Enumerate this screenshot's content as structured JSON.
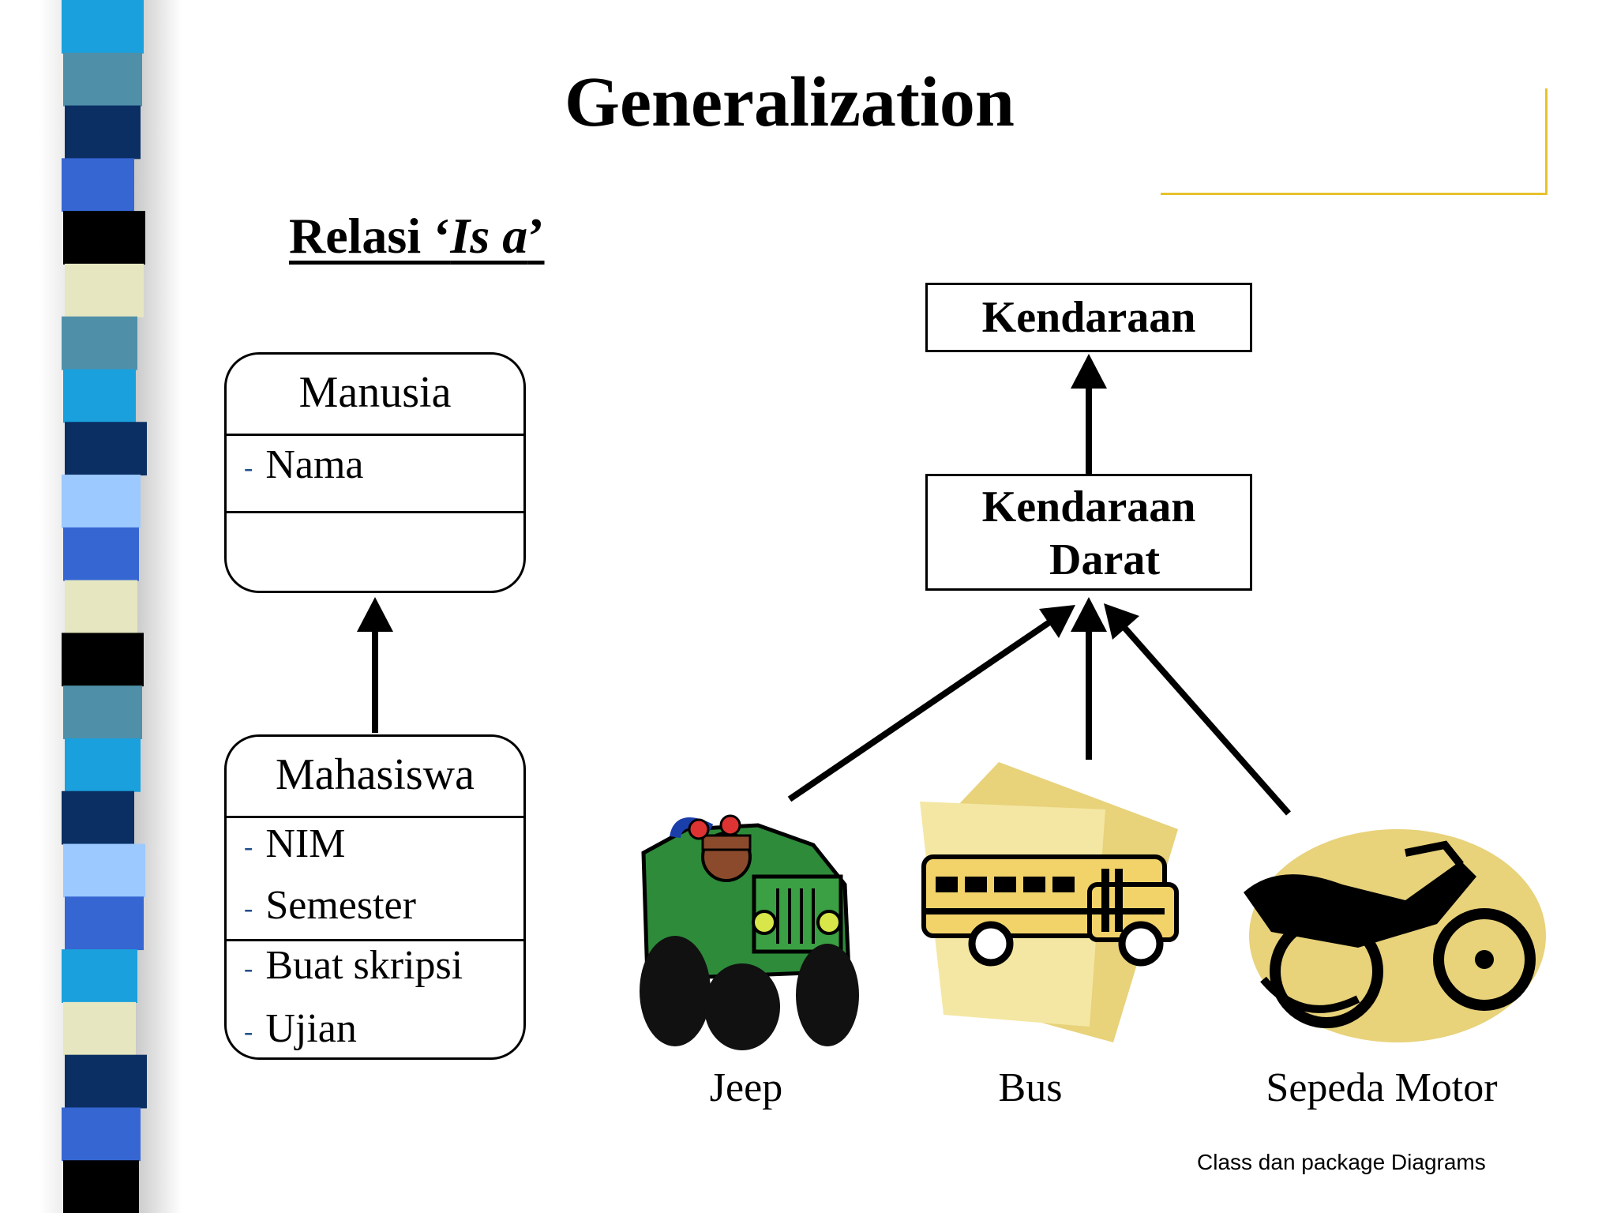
{
  "title": "Generalization",
  "subtitle": {
    "prefix": "Relasi ‘",
    "italic": "Is a",
    "suffix": "’"
  },
  "uml": {
    "manusia": {
      "name": "Manusia",
      "attributes": [
        "Nama"
      ],
      "methods": []
    },
    "mahasiswa": {
      "name": "Mahasiswa",
      "attributes": [
        "NIM",
        "Semester"
      ],
      "methods": [
        "Buat skripsi",
        "Ujian"
      ]
    },
    "row_prefix": "-"
  },
  "vehicles": {
    "root": "Kendaraan",
    "parent_line1": "Kendaraan",
    "parent_line2": "Darat",
    "children": [
      "Jeep",
      "Bus",
      "Sepeda Motor"
    ]
  },
  "footer": "Class dan package Diagrams",
  "colors": {
    "accent_line": "#e6c22c",
    "clipart_yellow": "#e8d27a",
    "jeep_green": "#2e8b3a"
  },
  "icons": [
    "jeep-clipart-icon",
    "bus-clipart-icon",
    "motorcycle-clipart-icon"
  ]
}
